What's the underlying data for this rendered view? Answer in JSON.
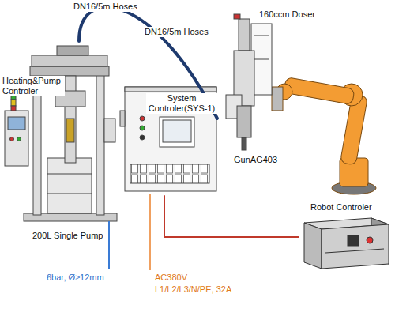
{
  "diagram": {
    "nodes": [
      {
        "text": [
          "Heating&Pump Controler",
          "200L Single Pump"
        ]
      },
      {
        "text": [
          "System Controler(SYS-1)"
        ]
      },
      {
        "text": [
          "160ccm Doser",
          "GunAG403"
        ]
      },
      {
        "text": [
          "Robot Controler"
        ]
      }
    ],
    "edges": [
      {
        "from": 0,
        "to": 2,
        "label": "DN16/5m Hoses",
        "arrow": "none"
      },
      {
        "from": 1,
        "to": 3,
        "arrow": "none"
      }
    ],
    "labels": [
      "DN16/5m Hoses",
      "6bar, Ø≥12mm",
      "AC380V",
      "L1/L2/L3/N/PE, 32A"
    ]
  }
}
